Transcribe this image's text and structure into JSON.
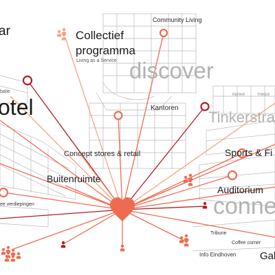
{
  "labels": {
    "ar_fragment": "ar",
    "collectief_line1": "Collectief",
    "collectief_line2": "programma",
    "living_as_a_service": "Living as a Service",
    "community_living": "Community Living",
    "discover": "discover",
    "hotel_fragment": "otel",
    "balie_fragment": "balie",
    "kantoren": "Kantoren",
    "tinkerstraat_fragment": "Tinkerstra",
    "concept_stores": "Concept stores & retail",
    "sports_fragment": "Sports & Fi",
    "buitenruimte": "Buitenruimte",
    "auditorium": "Auditorium",
    "verdiepingen_fragment": "ee verdiepingen",
    "connect_fragment": "conne",
    "tribune": "Tribune",
    "coffee_corner": "Coffee corner",
    "info_eindhoven": "Info Eindhoven",
    "gal_fragment": "Gal",
    "repair_sign": "REPAIR",
    "tinker_sign": "TINKER"
  },
  "icons": {
    "hub": "heart-icon",
    "node": "ring-node-icon",
    "people": "people-group-icon",
    "person": "person-icon"
  },
  "colors": {
    "dark_red": "#b01d22",
    "orange": "#ef6b50",
    "light_orange": "#f3a585",
    "grey_text": "#b3b3b3",
    "sketch": "#b9b9b9"
  }
}
